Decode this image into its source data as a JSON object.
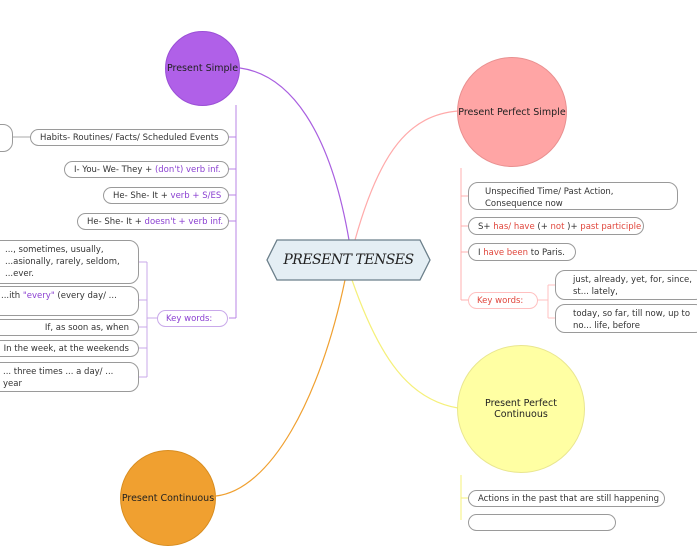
{
  "center": {
    "title": "PRESENT TENSES"
  },
  "topics": {
    "simple": "Present Simple",
    "perfect": "Present Perfect Simple",
    "perfect_continuous": "Present Perfect Continuous",
    "continuous": "Present Continuous"
  },
  "simple": {
    "habits": "Habits- Routines/ Facts/ Scheduled Events",
    "form1_a": "I- You- We- They + ",
    "form1_b": "(don't) verb inf.",
    "form2_a": "He- She- It + ",
    "form2_b": "verb + S/ES",
    "form3_a": "He- She- It + ",
    "form3_b": "doesn't + verb inf.",
    "keywords_label": "Key words:",
    "kw1": "..., sometimes, usually, ...asionally, rarely, seldom, ...ever.",
    "kw2_a": "...ith ",
    "kw2_b": "\"every\"",
    "kw2_c": " (every day/ ...",
    "kw3": "If, as soon as, when",
    "kw4": "In the week, at the weekends",
    "kw5": "... three times ... a day/ ... year"
  },
  "perfect": {
    "use": "Unspecified Time/ Past Action, Consequence now",
    "form1_a": "S+ ",
    "form1_b": "has/ have",
    "form1_c": " (+ ",
    "form1_d": "not",
    "form1_e": " )+ ",
    "form1_f": "past participle",
    "ex_a": "I ",
    "ex_b": "have been",
    "ex_c": " to Paris.",
    "keywords_label": "Key words:",
    "kw1": "just, already, yet, for, since, st... lately,",
    "kw2": "today, so far, till now, up to no... life, before"
  },
  "perfect_continuous": {
    "use": "Actions in the past that are still happening"
  },
  "colors": {
    "simple": "#b060e8",
    "perfect": "#ffa5a5",
    "perfect_continuous": "#ffffa3",
    "continuous": "#f0a030",
    "center_fill": "#e4eef4"
  }
}
